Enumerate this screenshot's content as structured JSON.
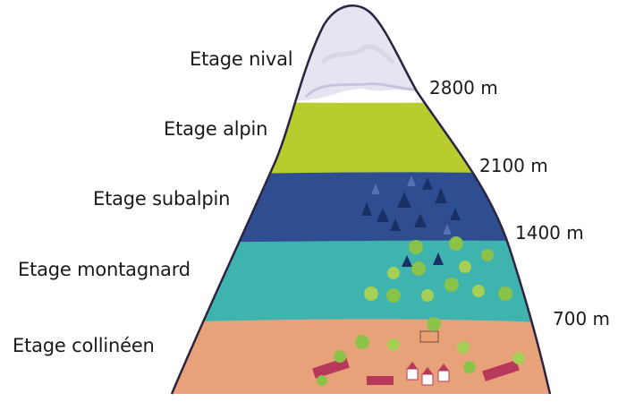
{
  "diagram": {
    "zones": [
      {
        "label": "Etage nival",
        "color": "#e6e4f0"
      },
      {
        "label": "Etage alpin",
        "color": "#b8cc2e"
      },
      {
        "label": "Etage subalpin",
        "color": "#2f4e92"
      },
      {
        "label": "Etage montagnard",
        "color": "#3fb3ad"
      },
      {
        "label": "Etage collinéen",
        "color": "#e8a27a"
      }
    ],
    "altitudes": [
      "2800 m",
      "2100 m",
      "1400 m",
      "700 m"
    ]
  }
}
